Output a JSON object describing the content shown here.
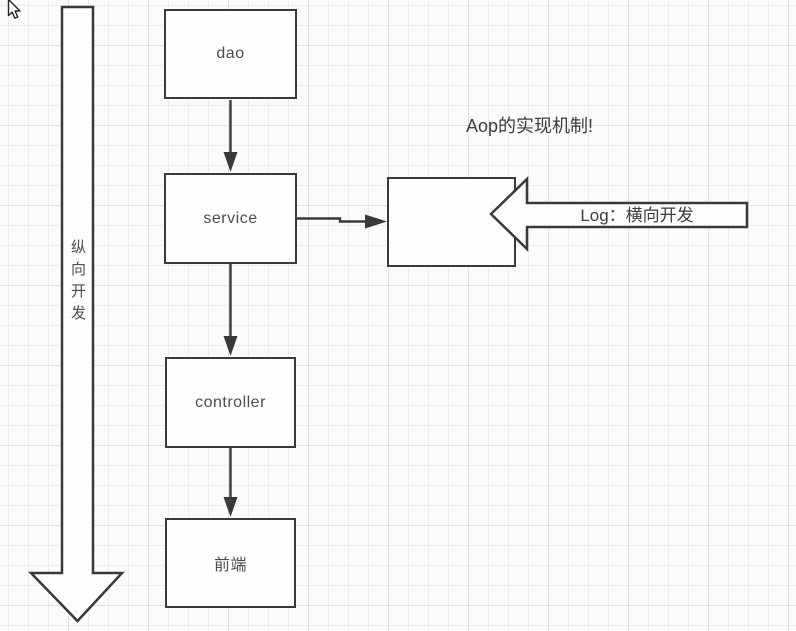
{
  "theme": {
    "bg": "#fbfbfb",
    "gmin": "#ededed",
    "gmaj": "#e2e2e2",
    "stroke": "#3a3a3a",
    "text": "#4d4d4d"
  },
  "annotation": {
    "text": "Aop的实现机制!"
  },
  "nodes": {
    "dao": {
      "label": "dao"
    },
    "service": {
      "label": "service"
    },
    "controller": {
      "label": "controller"
    },
    "frontend": {
      "label": "前端"
    },
    "aop_box": {
      "label": ""
    }
  },
  "arrows": {
    "vertical_label": "纵向开发",
    "block_label": "Log：横向开发"
  },
  "cursor": {
    "icon": "mouse-pointer"
  }
}
